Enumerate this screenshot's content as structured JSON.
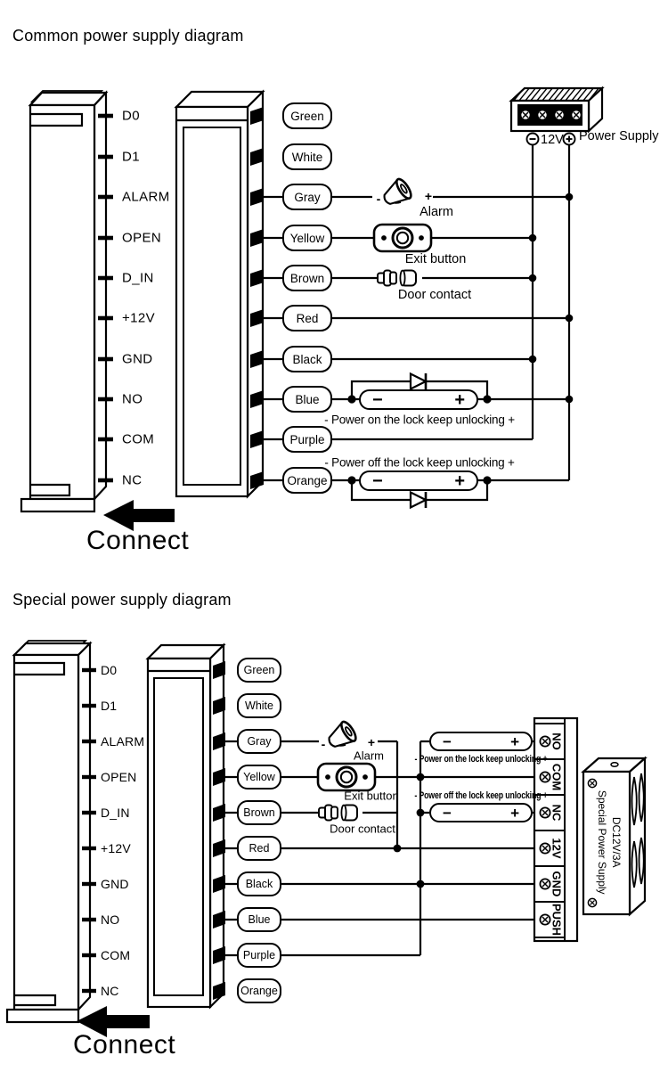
{
  "common": {
    "title": "Common power supply diagram",
    "pins": [
      "D0",
      "D1",
      "ALARM",
      "OPEN",
      "D_IN",
      "+12V",
      "GND",
      "NO",
      "COM",
      "NC"
    ],
    "wires": [
      "Green",
      "White",
      "Gray",
      "Yellow",
      "Brown",
      "Red",
      "Black",
      "Blue",
      "Purple",
      "Orange"
    ],
    "alarm": {
      "label": "Alarm",
      "minus": "-",
      "plus": "+"
    },
    "exit_button": {
      "label": "Exit button"
    },
    "door_contact": {
      "label": "Door contact"
    },
    "lock_on": {
      "minus": "−",
      "plus": "+",
      "caption": "- Power on the lock keep unlocking +"
    },
    "lock_off": {
      "minus": "−",
      "plus": "+",
      "caption": "- Power off the lock keep unlocking +"
    },
    "power_supply": {
      "voltage": "12V",
      "label": "Power Supply"
    },
    "connect": "Connect"
  },
  "special": {
    "title": "Special power supply diagram",
    "pins": [
      "D0",
      "D1",
      "ALARM",
      "OPEN",
      "D_IN",
      "+12V",
      "GND",
      "NO",
      "COM",
      "NC"
    ],
    "wires": [
      "Green",
      "White",
      "Gray",
      "Yellow",
      "Brown",
      "Red",
      "Black",
      "Blue",
      "Purple",
      "Orange"
    ],
    "alarm": {
      "label": "Alarm",
      "minus": "-",
      "plus": "+"
    },
    "exit_button": {
      "label": "Exit button"
    },
    "door_contact": {
      "label": "Door contact"
    },
    "lock_on": {
      "minus": "−",
      "plus": "+",
      "caption": "- Power on the lock keep unlocking +"
    },
    "lock_off": {
      "minus": "−",
      "plus": "+",
      "caption": "- Power off the lock keep unlocking +"
    },
    "terminals": [
      "NO",
      "COM",
      "NC",
      "12V",
      "GND",
      "PUSH"
    ],
    "psu": {
      "line1": "DC12V/3A",
      "line2": "Special Power Supply"
    },
    "connect": "Connect"
  }
}
